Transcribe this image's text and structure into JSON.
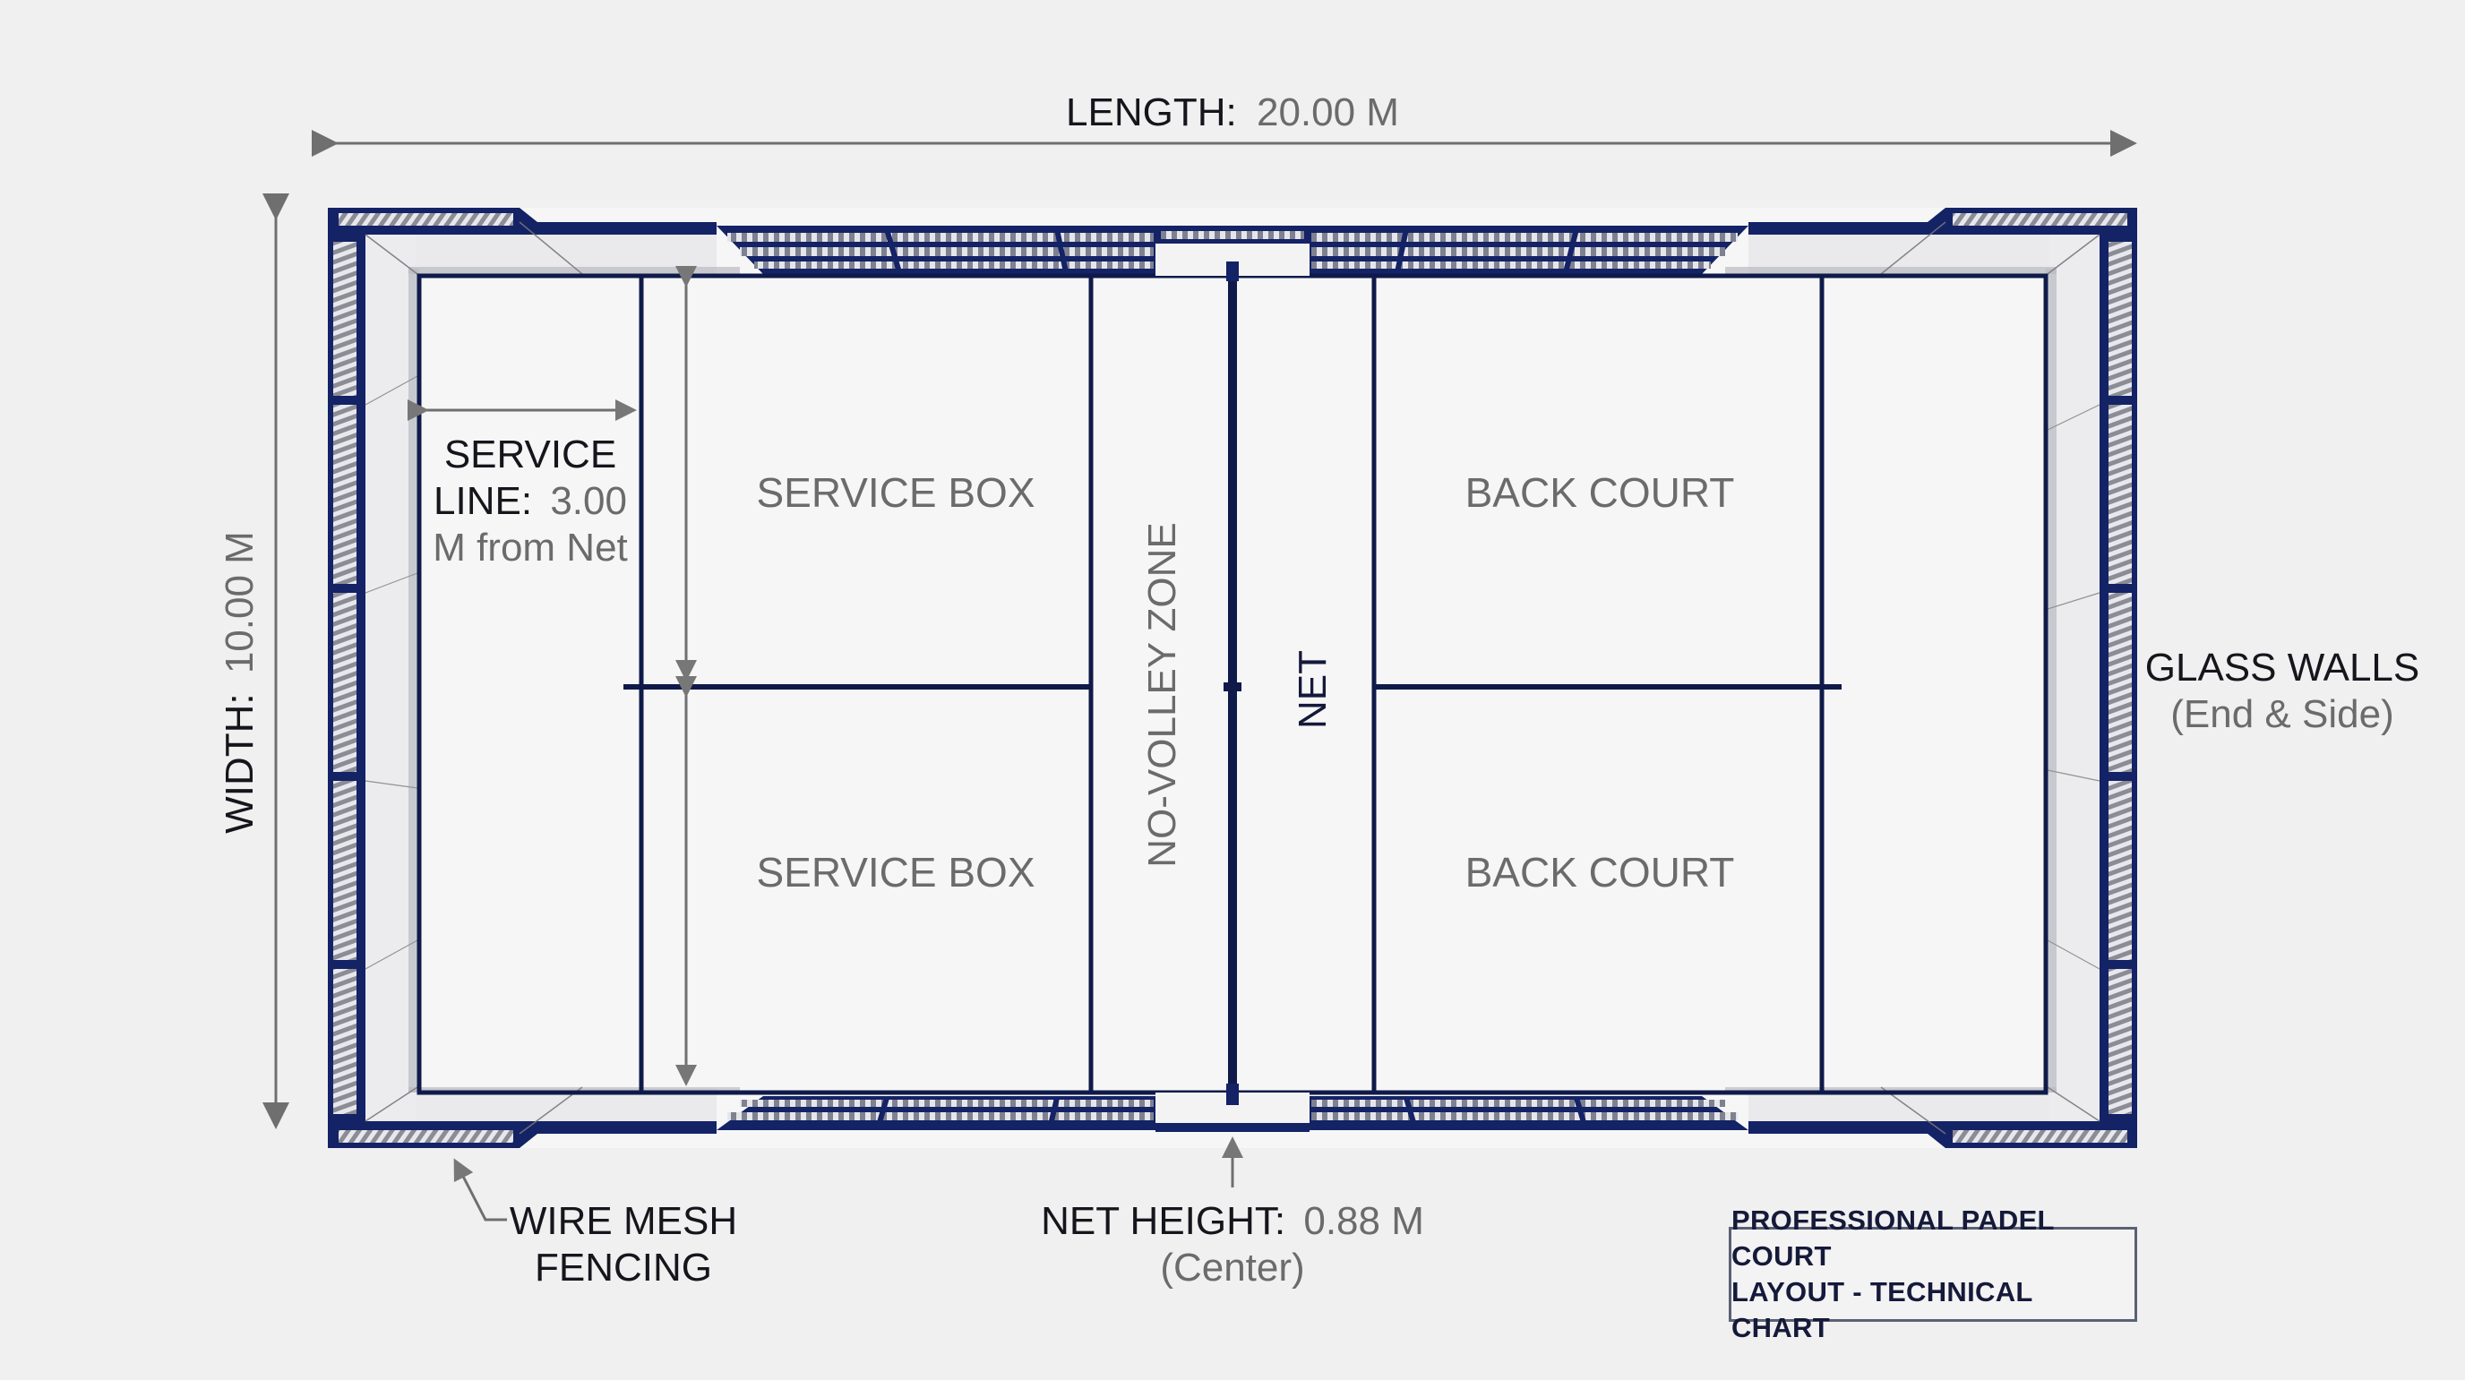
{
  "dimensions": {
    "length_label": "LENGTH:",
    "length_value": "20.00 M",
    "width_label": "WIDTH:",
    "width_value": "10.00 M"
  },
  "annotations": {
    "service_line": {
      "line1": "SERVICE",
      "line2_label": "LINE:",
      "line2_value": "3.00",
      "line3": "M from Net"
    },
    "glass_walls": {
      "title": "GLASS WALLS",
      "subtitle": "(End & Side)"
    },
    "wire_mesh": {
      "line1": "WIRE MESH",
      "line2": "FENCING"
    },
    "net_height": {
      "label": "NET HEIGHT:",
      "value": "0.88 M",
      "subtitle": "(Center)"
    }
  },
  "zones": {
    "service_box_top": "SERVICE BOX",
    "service_box_bottom": "SERVICE BOX",
    "back_court_top": "BACK COURT",
    "back_court_bottom": "BACK COURT",
    "no_volley_zone": "NO-VOLLEY ZONE",
    "net": "NET"
  },
  "title_box": {
    "line1": "PROFESSIONAL PADEL COURT",
    "line2": "LAYOUT - TECHNICAL CHART"
  },
  "colors": {
    "frame_navy": "#142266",
    "line_navy": "#0f1a4a",
    "arrow_grey": "#6f6f6f",
    "background": "#f0f0f0"
  }
}
